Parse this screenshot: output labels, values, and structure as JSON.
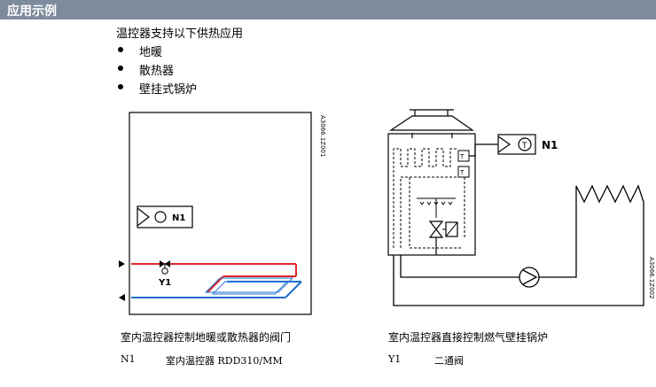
{
  "section": {
    "title": "应用示例"
  },
  "intro": "温控器支持以下供热应用",
  "bullets": [
    "地暖",
    "散热器",
    "壁挂式锅炉"
  ],
  "figure1": {
    "code": "A3066.1Z001",
    "thermostat_label": "N1",
    "valve_label": "Y1",
    "caption": "室内温控器控制地暖或散热器的阀门"
  },
  "figure2": {
    "code": "A3066.1Z002",
    "thermostat_label": "N1",
    "caption": "室内温控器直接控制燃气壁挂锅炉"
  },
  "legend": [
    {
      "code": "N1",
      "text": "室内温控器 RDD310/MM"
    },
    {
      "code": "Y1",
      "text": "二通阀"
    }
  ],
  "colors": {
    "header": "#7d8b9d",
    "supply": "#e0262a",
    "return": "#1d6fd1"
  }
}
